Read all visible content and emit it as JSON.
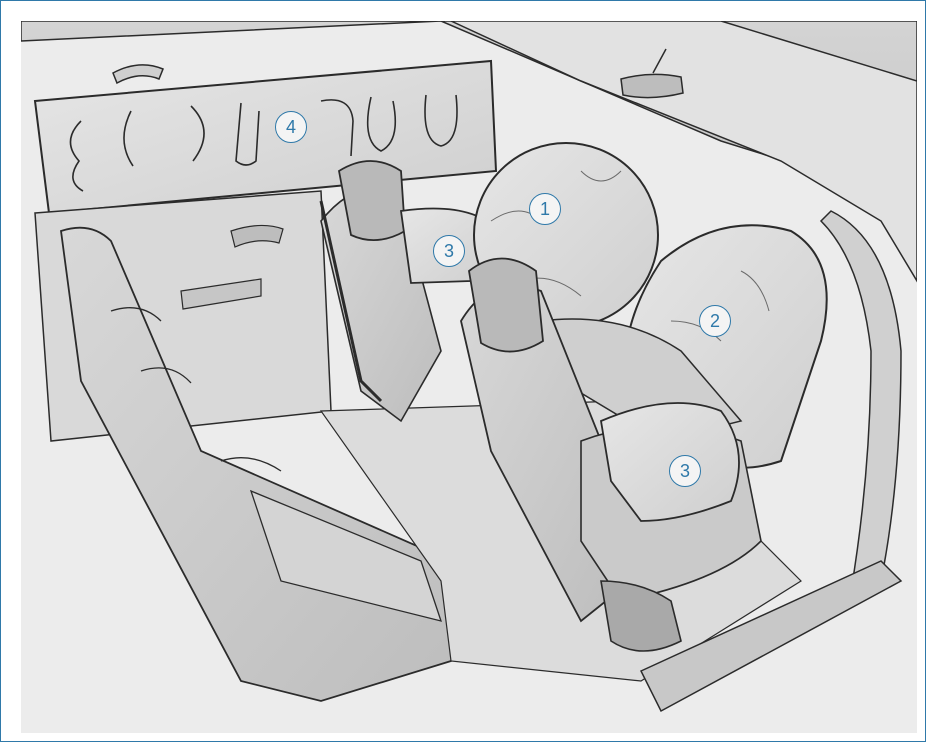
{
  "callouts": {
    "front_airbag_driver": "1",
    "front_airbag_passenger": "2",
    "side_airbag_rear": "3",
    "side_airbag_front": "3",
    "curtain_airbag": "4"
  },
  "colors": {
    "frame_border": "#2f79a9",
    "callout_stroke": "#2f79a9",
    "panel_background": "#ececec",
    "line_art": "#2b2b2b"
  },
  "icons": {
    "callout_shape": "circle-number"
  }
}
